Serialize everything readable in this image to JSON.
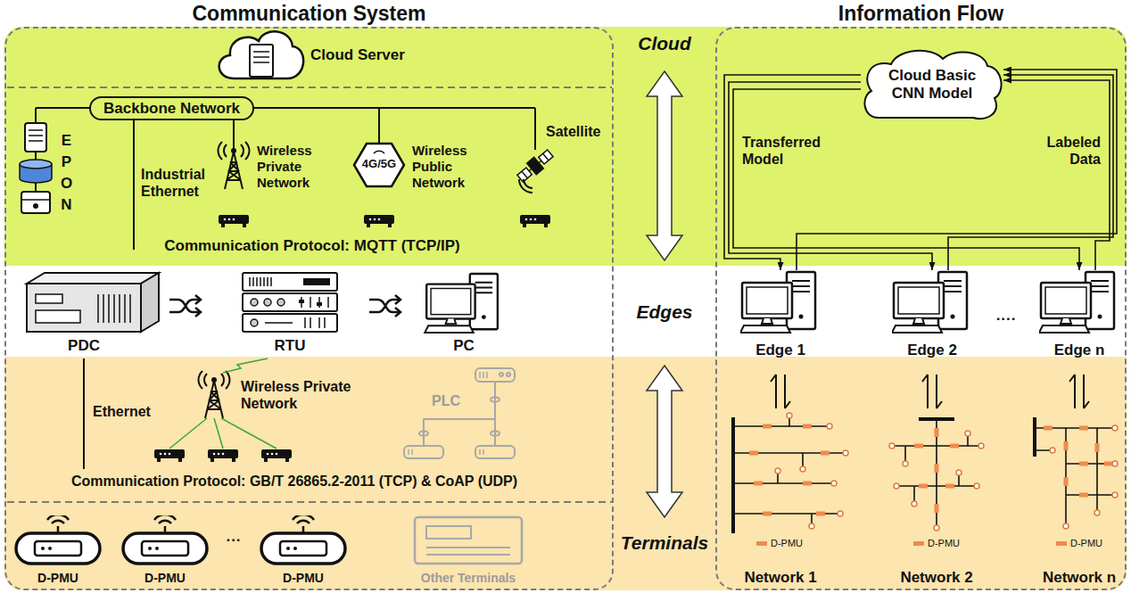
{
  "diagram": {
    "nodes": [
      {
        "text": [
          "Communication System"
        ]
      },
      {
        "text": [
          "Backbone Network"
        ],
        "in": 0
      },
      {
        "text": [
          "Information Flow"
        ]
      },
      {
        "text": [
          "Cloud Basic CNN Model"
        ],
        "in": 2
      },
      {
        "text": [
          "Edge 1"
        ],
        "in": 2
      },
      {
        "text": [
          "Edge 2"
        ],
        "in": 2
      },
      {
        "text": [
          "Edge n"
        ],
        "in": 2
      }
    ],
    "edges": [
      {
        "from": 3,
        "to": 4,
        "arrow": "to"
      },
      {
        "from": 3,
        "to": 5,
        "arrow": "to"
      },
      {
        "from": 3,
        "to": 6,
        "arrow": "to",
        "label": "Transferred Model"
      },
      {
        "from": 4,
        "to": 3,
        "arrow": "to"
      },
      {
        "from": 5,
        "to": 3,
        "arrow": "to"
      },
      {
        "from": 6,
        "to": 3,
        "arrow": "to",
        "label": "Labeled Data"
      }
    ],
    "labels": [
      "Cloud",
      "Edges",
      "Terminals",
      "Cloud Server",
      "EPON",
      "Industrial Ethernet",
      "Wireless Private Network",
      "4G/5G",
      "Wireless Public Network",
      "Satellite",
      "Communication Protocol: MQTT (TCP/IP)",
      "PDC",
      "RTU",
      "PC",
      "Ethernet",
      "Wireless Private Network",
      "PLC",
      "Communication Protocol: GB/T 26865.2-2011 (TCP) & CoAP (UDP)",
      "D-PMU",
      "D-PMU",
      "···",
      "D-PMU",
      "Other Terminals",
      "····",
      "Network 1",
      "Network 2",
      "Network n"
    ],
    "legend": [
      {
        "text": "D-PMU",
        "color": "#f08a4b"
      },
      {
        "text": "D-PMU",
        "color": "#f08a4b"
      },
      {
        "text": "D-PMU",
        "color": "#f08a4b"
      }
    ]
  }
}
